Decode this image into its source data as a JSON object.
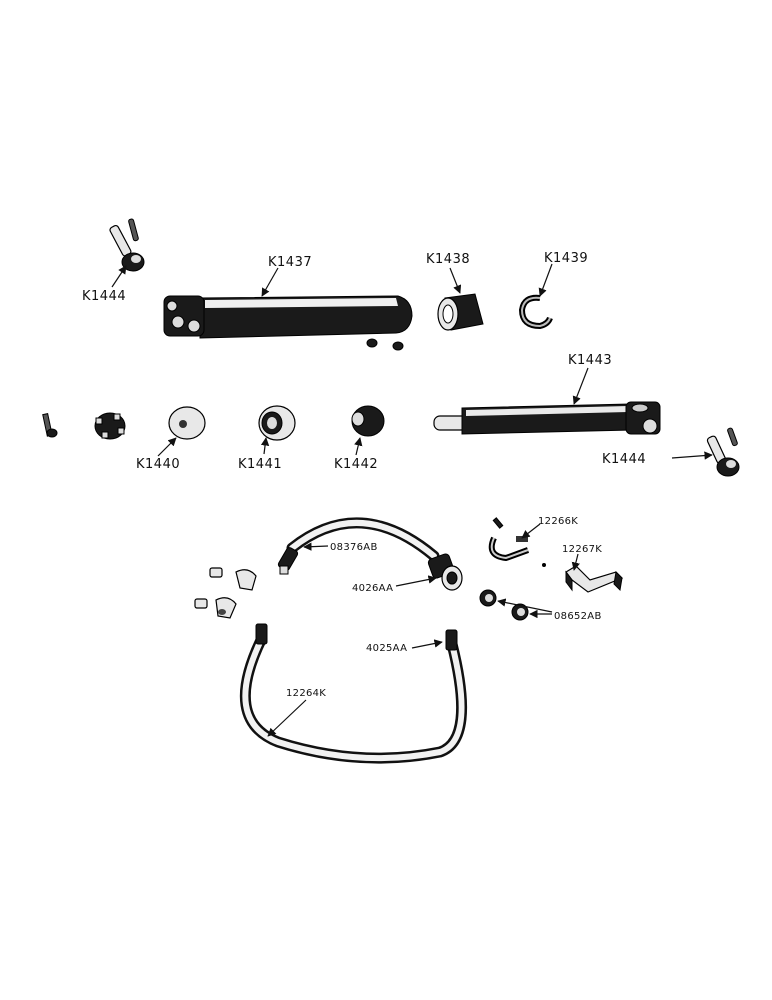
{
  "labels": {
    "k1444_a": "K1444",
    "k1437": "K1437",
    "k1438": "K1438",
    "k1439": "K1439",
    "k1443": "K1443",
    "k1440": "K1440",
    "k1441": "K1441",
    "k1442": "K1442",
    "k1444_b": "K1444",
    "p12266k": "12266K",
    "p12267k": "12267K",
    "p08376ab": "08376AB",
    "p4026aa": "4026AA",
    "p08652ab": "08652AB",
    "p4025aa": "4025AA",
    "p12264k": "12264K"
  }
}
